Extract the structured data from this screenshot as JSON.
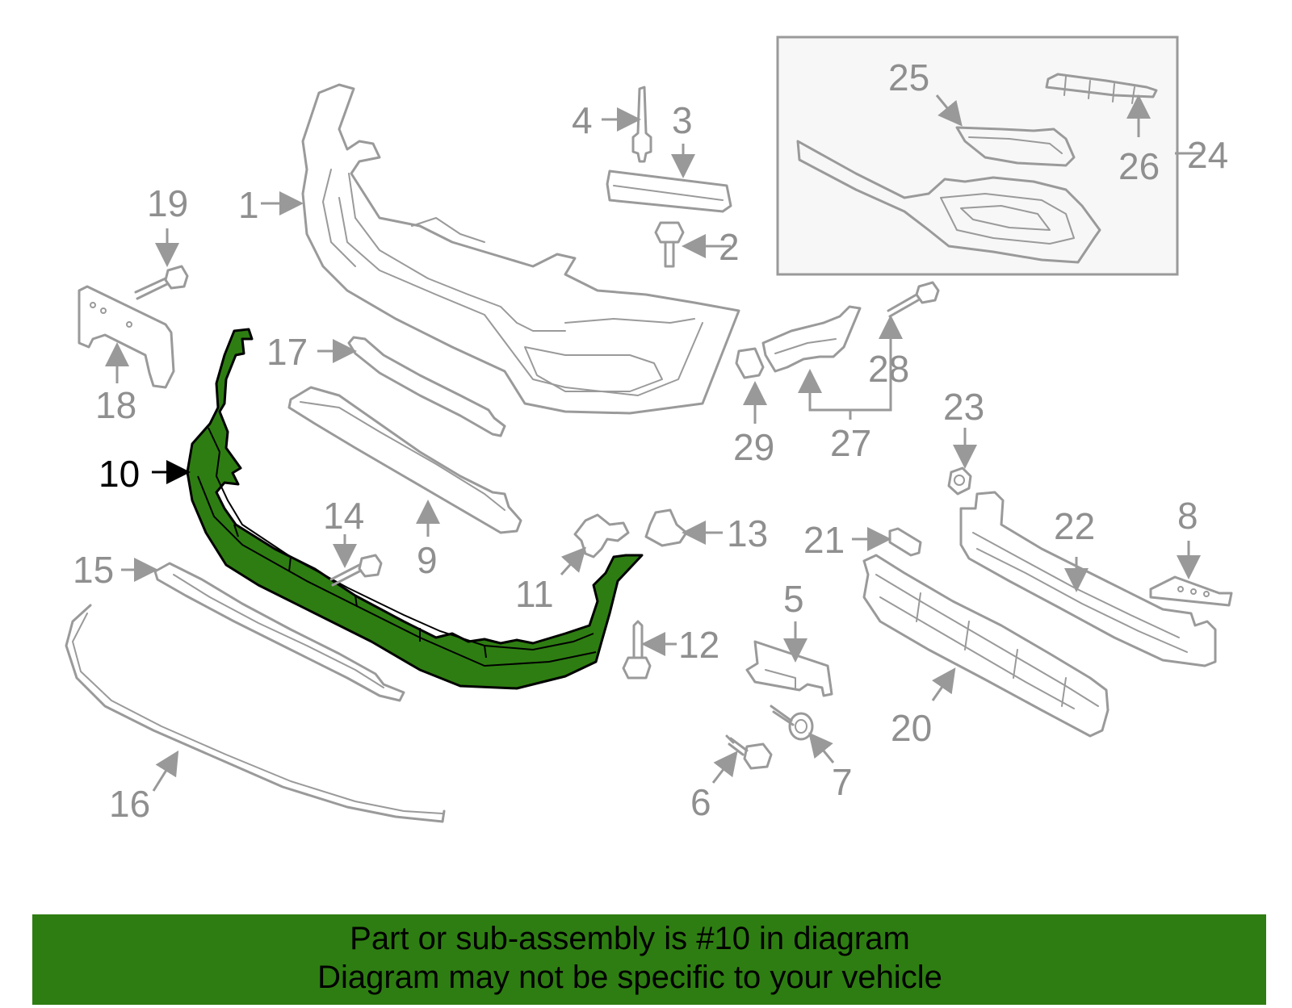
{
  "colors": {
    "highlight": "#2e7d12",
    "part_stroke": "#9a9a9a",
    "banner": "#2e7d12",
    "inset_bg": "#f7f7f7"
  },
  "callouts": {
    "c1": "1",
    "c2": "2",
    "c3": "3",
    "c4": "4",
    "c5": "5",
    "c6": "6",
    "c7": "7",
    "c8": "8",
    "c9": "9",
    "c10": "10",
    "c11": "11",
    "c12": "12",
    "c13": "13",
    "c14": "14",
    "c15": "15",
    "c16": "16",
    "c17": "17",
    "c18": "18",
    "c19": "19",
    "c20": "20",
    "c21": "21",
    "c22": "22",
    "c23": "23",
    "c24": "24",
    "c25": "25",
    "c26": "26",
    "c27": "27",
    "c28": "28",
    "c29": "29"
  },
  "highlighted_part": "10",
  "banner": {
    "line1": "Part or sub-assembly is #10 in diagram",
    "line2": "Diagram may not be specific to your vehicle"
  }
}
